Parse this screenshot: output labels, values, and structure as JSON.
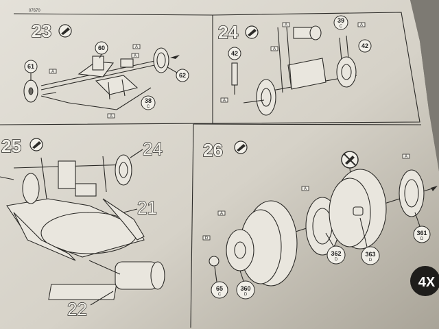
{
  "header": {
    "code": "07670"
  },
  "steps": [
    {
      "number": "23",
      "icon": "glue-tube-icon",
      "parts": [
        {
          "num": "61",
          "letter": ""
        },
        {
          "num": "60",
          "letter": ""
        },
        {
          "num": "62",
          "letter": ""
        },
        {
          "num": "38",
          "letter": "C"
        }
      ],
      "flags": [
        "A",
        "A",
        "A",
        "A"
      ]
    },
    {
      "number": "24",
      "icon": "glue-tube-icon",
      "parts": [
        {
          "num": "39",
          "letter": "C"
        },
        {
          "num": "42",
          "letter": ""
        },
        {
          "num": "42",
          "letter": ""
        }
      ],
      "flags": [
        "A",
        "A",
        "A",
        "A"
      ]
    },
    {
      "number": "25",
      "icon": "glue-tube-icon",
      "callouts": [
        "24",
        "21",
        "22"
      ]
    },
    {
      "number": "26",
      "icon": "glue-tube-icon",
      "no_glue_icon": "no-glue-icon",
      "parts": [
        {
          "num": "65",
          "letter": "C"
        },
        {
          "num": "360",
          "letter": "D"
        },
        {
          "num": "362",
          "letter": "D"
        },
        {
          "num": "363",
          "letter": "D"
        },
        {
          "num": "361",
          "letter": "D"
        }
      ],
      "flags": [
        "D",
        "A",
        "A",
        "A"
      ],
      "multiplier": "4X"
    }
  ],
  "colors": {
    "paper": "#dcd8ce",
    "paper_shadow": "#bdb8ad",
    "ink": "#2b2a27",
    "background": "#7d7a73"
  }
}
